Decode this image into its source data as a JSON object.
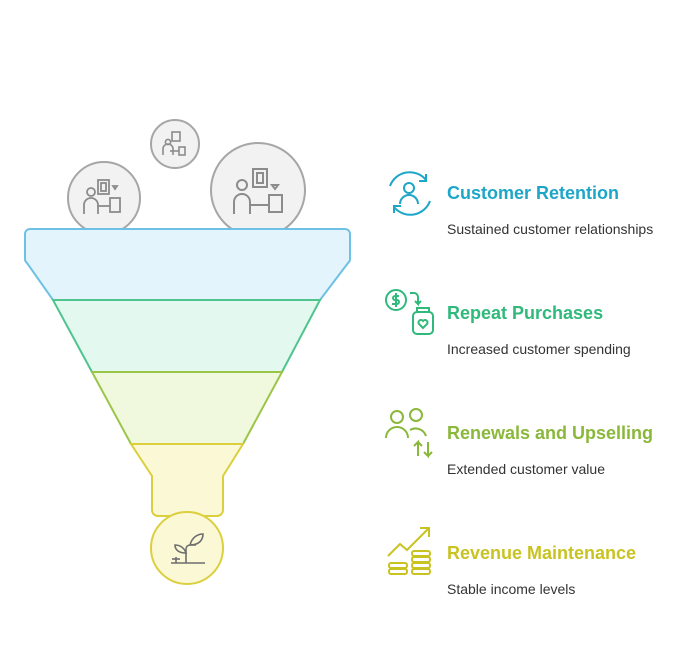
{
  "colors": {
    "retention": "#1ea6c9",
    "purchases": "#2fb97b",
    "renewals": "#8ab83a",
    "revenue": "#c9c322",
    "funnel_1_fill": "#e3f4fd",
    "funnel_1_stroke": "#6ec1e4",
    "funnel_2_fill": "#e3f8ee",
    "funnel_2_stroke": "#4fc48f",
    "funnel_3_fill": "#f0f8dd",
    "funnel_3_stroke": "#9bc547",
    "funnel_4_fill": "#fbf8d6",
    "funnel_4_stroke": "#dccf3d",
    "gray_circle_fill": "#f2f2f2",
    "gray_circle_stroke": "#a6a6a6"
  },
  "stages": [
    {
      "title": "Customer Retention",
      "description": "Sustained customer relationships",
      "icon": "people-refresh-icon"
    },
    {
      "title": "Repeat Purchases",
      "description": "Increased customer spending",
      "icon": "dollar-bag-heart-icon"
    },
    {
      "title": "Renewals and Upselling",
      "description": "Extended customer value",
      "icon": "people-arrows-icon"
    },
    {
      "title": "Revenue Maintenance",
      "description": "Stable income levels",
      "icon": "chart-coins-icon"
    }
  ],
  "top_icons": [
    "customer-meeting-icon",
    "customer-meeting-icon",
    "customer-meeting-icon"
  ],
  "bottom_icon": "growing-plant-icon"
}
